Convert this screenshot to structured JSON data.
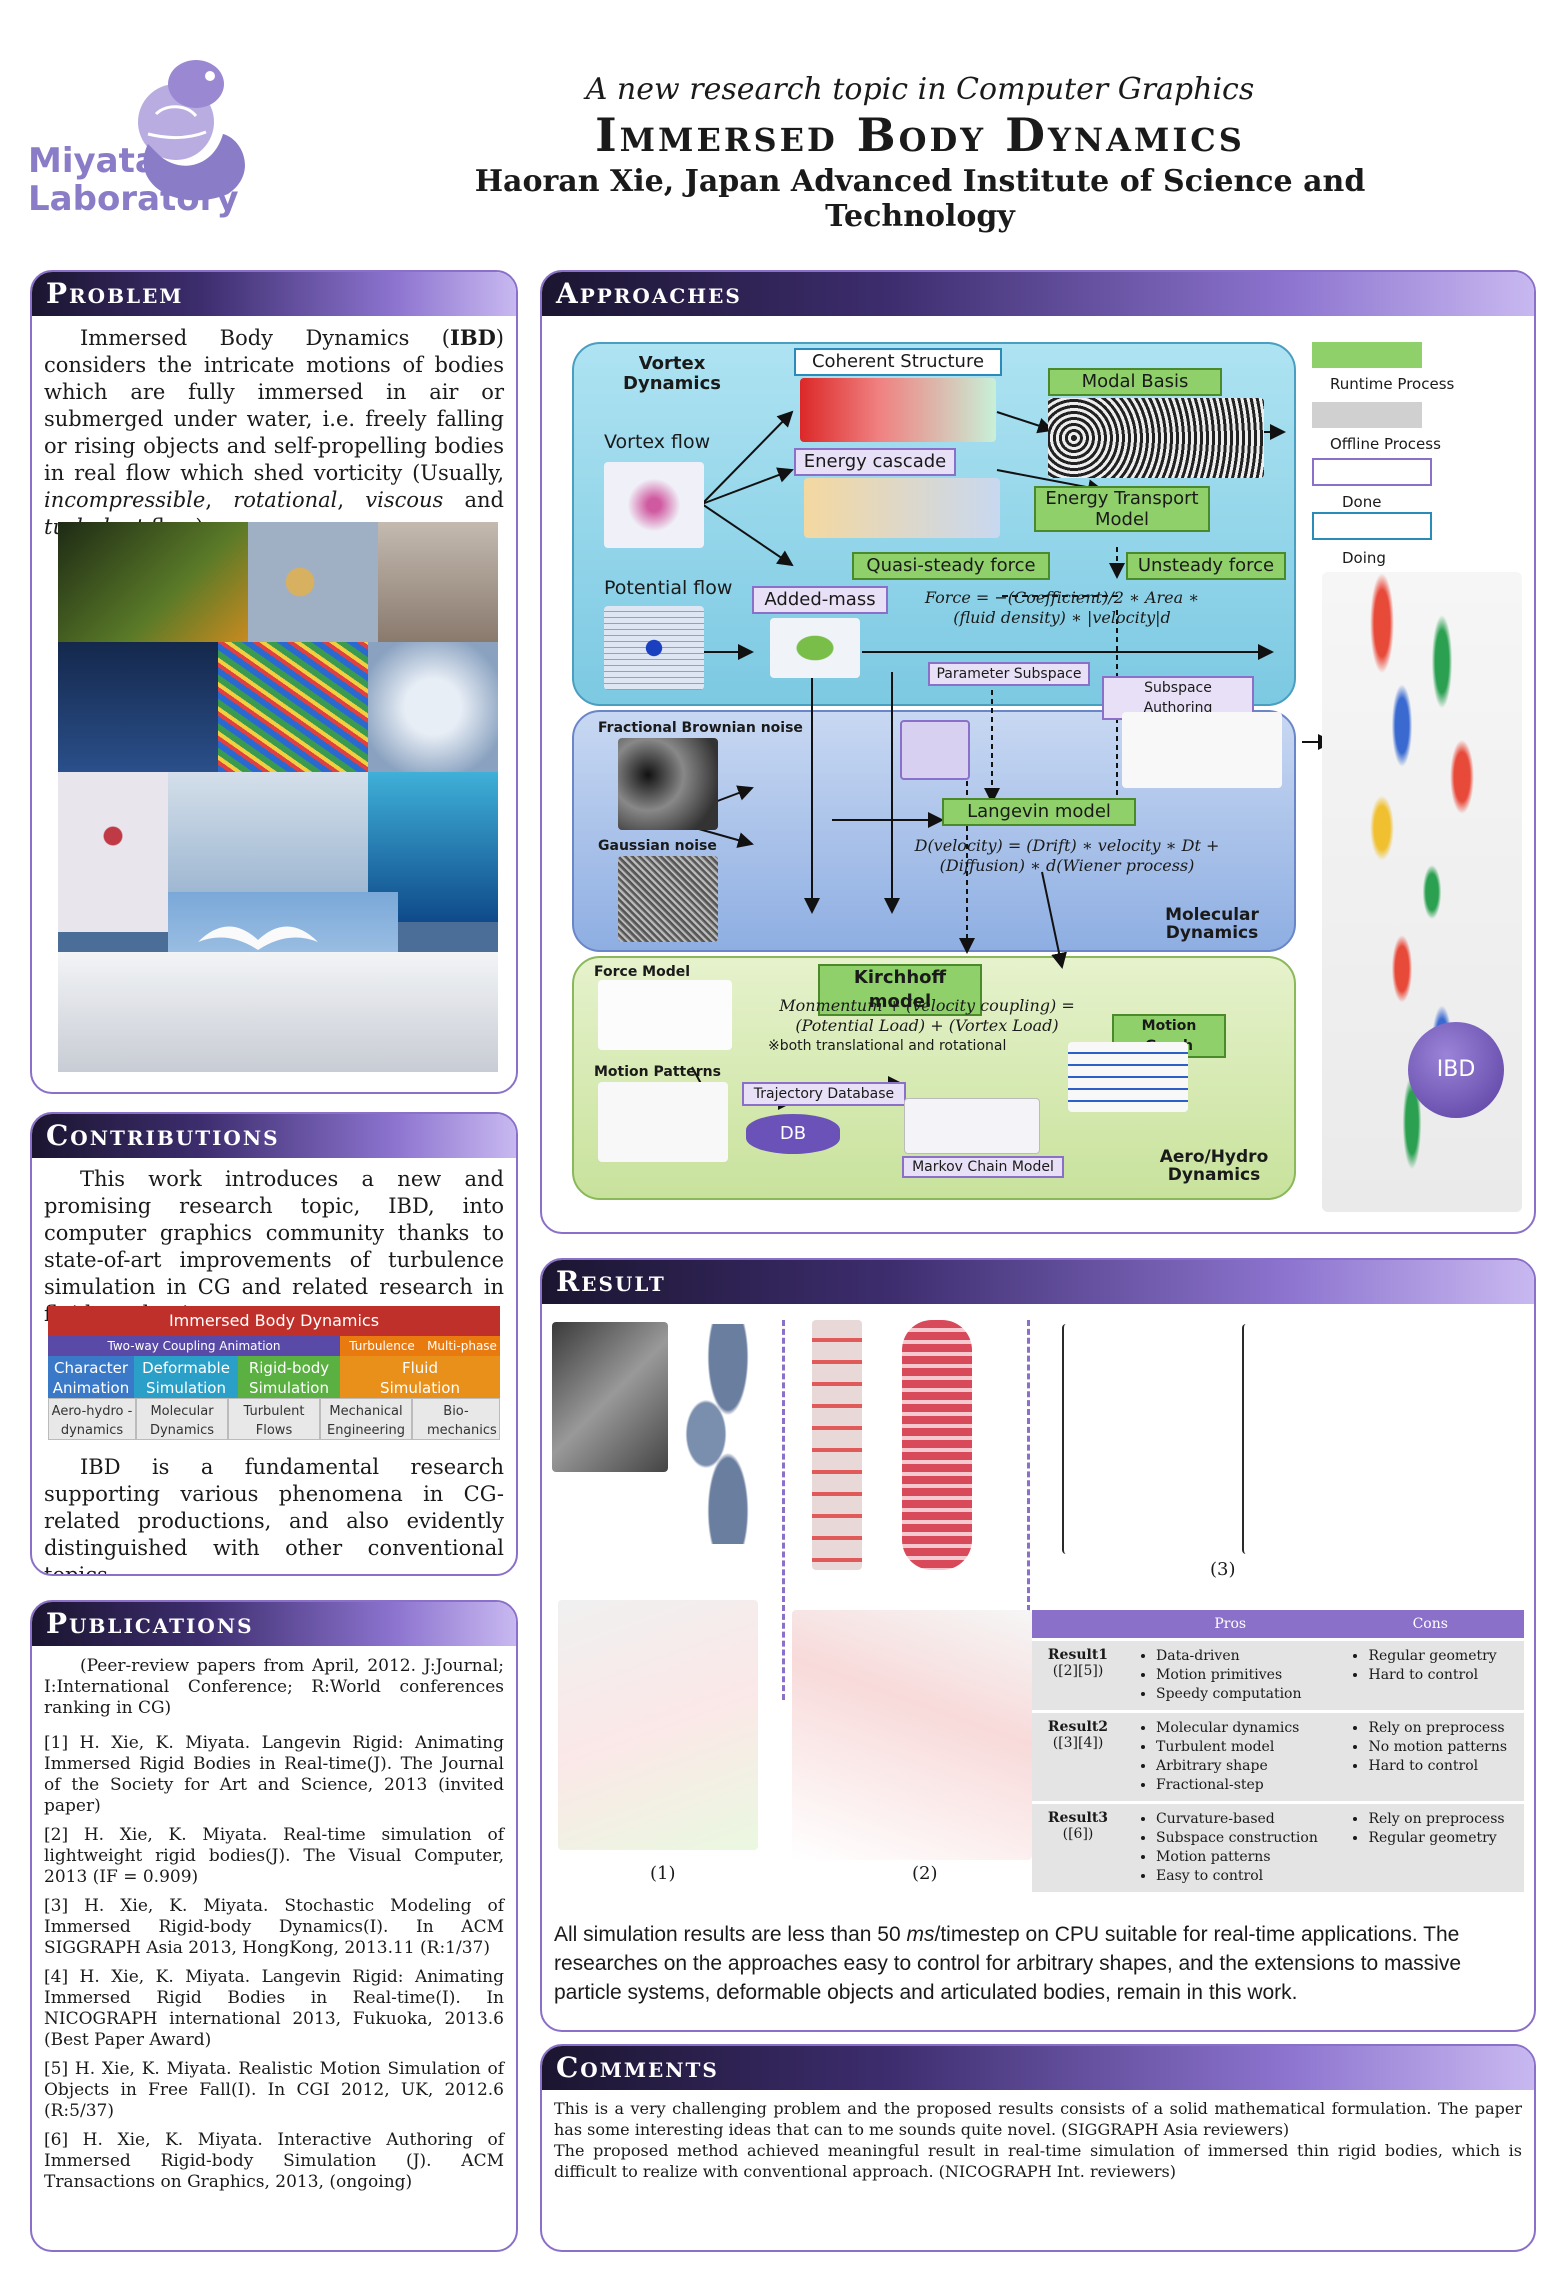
{
  "header": {
    "logo_line1": "Miyata",
    "logo_line2": "Laboratory",
    "subtitle": "A new research topic in Computer Graphics",
    "title": "Immersed Body Dynamics",
    "author": "Haoran Xie, Japan Advanced Institute of Science and Technology"
  },
  "problem": {
    "heading": "Problem",
    "text_before": "Immersed Body Dynamics (",
    "text_bold": "IBD",
    "text_middle": ") considers the intricate motions of bodies which are fully immersed in air or submerged under water, i.e.  freely falling or rising objects and self-propelling bodies in real flow which shed vorticity (Usually, ",
    "text_italic1": "incompressible",
    "sep1": ", ",
    "text_italic2": "rotational",
    "sep2": ", ",
    "text_italic3": "viscous",
    "sep3": " and ",
    "text_italic4": "turbulent",
    "text_end": " flow)."
  },
  "contributions": {
    "heading": "Contributions",
    "text1": "This work introduces a new and promising research topic, IBD, into computer graphics community thanks to state-of-art improvements of turbulence simulation in CG and related research in fluid mechanics.",
    "table": {
      "title": "Immersed Body Dynamics",
      "row2": [
        "Two-way Coupling Animation",
        "Turbulence",
        "Multi-phase"
      ],
      "row3": [
        "Character Animation",
        "Deformable Simulation",
        "Rigid-body Simulation",
        "Fluid Simulation"
      ],
      "row4": [
        "Aero-hydro -dynamics",
        "Molecular Dynamics",
        "Turbulent Flows",
        "Mechanical Engineering",
        "Bio-mechanics"
      ]
    },
    "text2": "IBD is a fundamental research supporting various phenomena in CG-related productions, and also evidently distinguished with other conventional topics."
  },
  "publications": {
    "heading": "Publications",
    "intro": "(Peer-review papers from April, 2012.  J:Journal; I:International Conference; R:World conferences ranking in CG)",
    "items": [
      "[1]  H. Xie, K. Miyata.  Langevin Rigid:  Animating Immersed Rigid Bodies in Real-time(J). The Journal of the Society for Art and Science, 2013 (invited paper)",
      "[2]  H. Xie, K. Miyata.   Real-time simulation of lightweight rigid bodies(J). The Visual Computer, 2013 (IF = 0.909)",
      "[3]  H. Xie, K. Miyata. Stochastic Modeling of Immersed Rigid-body Dynamics(I).  In ACM SIGGRAPH Asia 2013, HongKong, 2013.11 (R:1/37)",
      "[4]  H. Xie, K. Miyata.   Langevin Rigid:  Animating Immersed Rigid Bodies in Real-time(I).   In NICOGRAPH international 2013, Fukuoka, 2013.6 (Best Paper Award)",
      "[5]  H. Xie, K. Miyata.    Realistic Motion Simulation of Objects in Free Fall(I).   In CGI 2012, UK, 2012.6 (R:5/37)",
      "[6]  H. Xie, K. Miyata.  Interactive Authoring of Immersed Rigid-body Simulation (J). ACM Transactions on Graphics, 2013, (ongoing)"
    ]
  },
  "approaches": {
    "heading": "Approaches",
    "legend": [
      "Runtime Process",
      "Offline Process",
      "Done",
      "Doing"
    ],
    "vortex_dynamics": "Vortex Dynamics",
    "vortex_flow": "Vortex flow",
    "potential_flow": "Potential flow",
    "coherent_structure": "Coherent Structure",
    "energy_cascade": "Energy cascade",
    "modal_basis": "Modal Basis",
    "energy_transport": "Energy Transport Model",
    "quasi_steady": "Quasi-steady force",
    "unsteady": "Unsteady force",
    "added_mass": "Added-mass",
    "force_formula_line1": "Force = −(Coefficient)/2 ∗ Area ∗",
    "force_formula_line2": "(fluid density) ∗ |velocity|d",
    "parameter_subspace": "Parameter Subspace",
    "subspace_authoring": "Subspace Authoring",
    "fbn": "Fractional Brownian noise",
    "gaussian": "Gaussian noise",
    "langevin": "Langevin model",
    "langevin_formula_line1": "D(velocity) = (Drift) ∗ velocity ∗ Dt +",
    "langevin_formula_line2": "(Diffusion) ∗ d(Wiener process)",
    "molecular_dynamics": "Molecular Dynamics",
    "force_model": "Force Model",
    "kirchhoff": "Kirchhoff model",
    "kirchhoff_line1": "Monmentum + (velocity coupling) =",
    "kirchhoff_line2": "(Potential Load) + (Vortex Load)",
    "kirchhoff_note": "※both translational and rotational",
    "motion_graph": "Motion Graph",
    "motion_patterns": "Motion Patterns",
    "trajectory_db": "Trajectory Database",
    "db": "DB",
    "markov": "Markov Chain Model",
    "aero_hydro": "Aero/Hydro Dynamics",
    "ibd": "IBD"
  },
  "result": {
    "heading": "Result",
    "label1": "(1)",
    "label2": "(2)",
    "label3": "(3)",
    "table_headers": [
      "",
      "Pros",
      "Cons"
    ],
    "rows": [
      {
        "name": "Result1",
        "ref": "([2][5])",
        "pros": [
          "Data-driven",
          "Motion primitives",
          "Speedy computation"
        ],
        "cons": [
          "Regular geometry",
          "Hard to control"
        ]
      },
      {
        "name": "Result2",
        "ref": "([3][4])",
        "pros": [
          "Molecular dynamics",
          "Turbulent model",
          "Arbitrary shape",
          "Fractional-step"
        ],
        "cons": [
          "Rely on preprocess",
          "No motion patterns",
          "Hard to control"
        ]
      },
      {
        "name": "Result3",
        "ref": "([6])",
        "pros": [
          "Curvature-based",
          "Subspace construction",
          "Motion patterns",
          "Easy to control"
        ],
        "cons": [
          "Rely on preprocess",
          "Regular geometry"
        ]
      }
    ],
    "summary_before": "All simulation results are less than 50 ",
    "summary_unit": "ms",
    "summary_after": "/timestep on CPU suitable for real-time applications. The researches on the approaches easy to control for arbitrary shapes, and the extensions to massive particle systems, deformable objects and articulated bodies, remain in this work."
  },
  "comments": {
    "heading": "Comments",
    "text1": "This is a very challenging problem and the proposed results consists of a solid mathematical formulation. The paper has some interesting ideas that can to me sounds quite novel. (SIGGRAPH Asia reviewers)",
    "text2": "The proposed method achieved meaningful result in real-time simulation of immersed thin rigid bodies, which is difficult to realize with conventional approach. (NICOGRAPH Int. reviewers)"
  },
  "colors": {
    "accent": "#8a70c8",
    "runtime": "#8fd06a",
    "offline": "#d0d0d0",
    "done": "#8a70c8",
    "doing": "#2a8ab8"
  }
}
